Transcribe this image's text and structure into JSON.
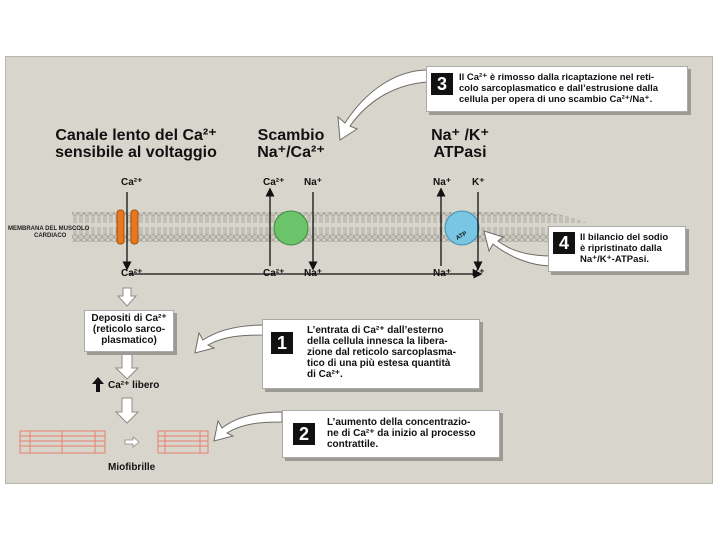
{
  "titles": {
    "channel": [
      "Canale lento del Ca²⁺",
      "sensibile al voltaggio"
    ],
    "exchange": [
      "Scambio",
      "Na⁺/Ca²⁺"
    ],
    "pump": [
      "Na⁺ /K⁺",
      "ATPasi"
    ]
  },
  "membrane_label": [
    "MEMBRANA DEL MUSCOLO",
    "CARDIACO"
  ],
  "ions": {
    "ca": "Ca²⁺",
    "na": "Na⁺",
    "k": "K⁺"
  },
  "atp_label": "ATP",
  "flow": {
    "deposits": [
      "Depositi di Ca²⁺",
      "(reticolo sarco-",
      "plasmatico)"
    ],
    "free_ca": "Ca²⁺ libero",
    "myofibrils": "Miofibrille"
  },
  "boxes": [
    {
      "number": "1",
      "lines": [
        "L’entrata di Ca²⁺ dall’esterno",
        "della cellula innesca la libera-",
        "zione dal reticolo sarcoplasma-",
        "tico di una più estesa quantità",
        "di Ca²⁺."
      ]
    },
    {
      "number": "2",
      "lines": [
        "L’aumento della concentrazio-",
        "ne di Ca²⁺ da inizio al processo",
        "contrattile."
      ]
    },
    {
      "number": "3",
      "lines": [
        "Il Ca²⁺ è rimosso dalla ricaptazione nel reti-",
        "colo sarcoplasmatico e dall’estrusione dalla",
        "cellula per opera di uno scambio Ca²⁺/Na⁺."
      ]
    },
    {
      "number": "4",
      "lines": [
        "Il bilancio del sodio",
        "è ripristinato dalla",
        "Na⁺/K⁺-ATPasi."
      ]
    }
  ],
  "colors": {
    "panel": "#d8d5cc",
    "channel": "#e8781e",
    "exchanger": "#6cc46a",
    "pump": "#78c6e4",
    "myofibril": "#e8816e",
    "arrow": "#ffffff"
  }
}
